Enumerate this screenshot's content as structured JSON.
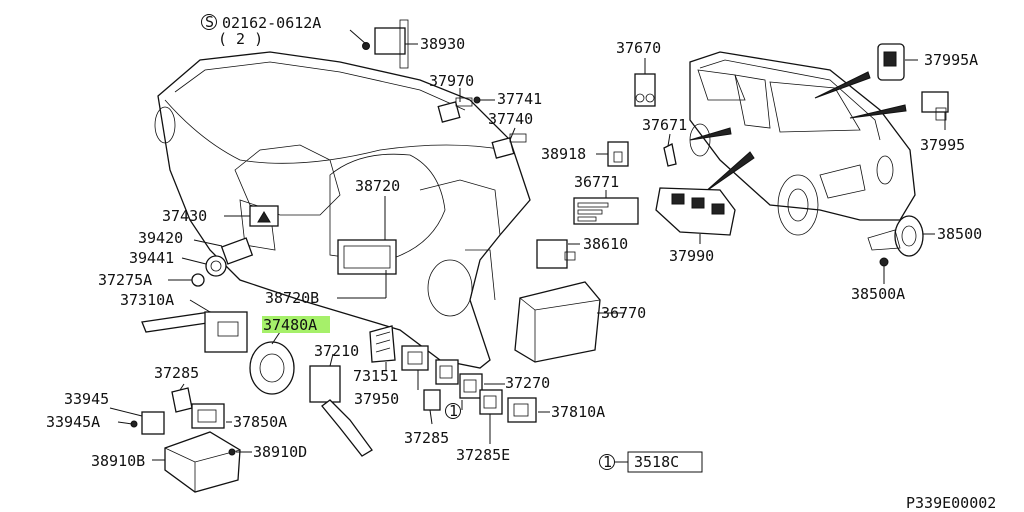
{
  "diagram": {
    "code": "P339E00002",
    "highlight": "37480A",
    "labels": {
      "p02162": "02162-0612A",
      "p02162_qty": "( 2 )",
      "p38930": "38930",
      "p37970": "37970",
      "p37741": "37741",
      "p37740": "37740",
      "p37670": "37670",
      "p37671": "37671",
      "p37995A": "37995A",
      "p37995": "37995",
      "p38918": "38918",
      "p36771": "36771",
      "p38720": "38720",
      "p37430": "37430",
      "p39420": "39420",
      "p39441": "39441",
      "p37275A": "37275A",
      "p37310A": "37310A",
      "p37480A": "37480A",
      "p38720B": "38720B",
      "p38610": "38610",
      "p37990": "37990",
      "p38500": "38500",
      "p38500A": "38500A",
      "p36770": "36770",
      "p37210": "37210",
      "p73151": "73151",
      "p37950": "37950",
      "p37270": "37270",
      "p37285": "37285",
      "p37285b": "37285",
      "p37285E": "37285E",
      "p37810A": "37810A",
      "p37850A": "37850A",
      "p33945": "33945",
      "p33945A": "33945A",
      "p38910B": "38910B",
      "p38910D": "38910D",
      "p3518C": "3518C",
      "s_mark": "S",
      "ref1": "1",
      "ref1b": "1"
    }
  }
}
